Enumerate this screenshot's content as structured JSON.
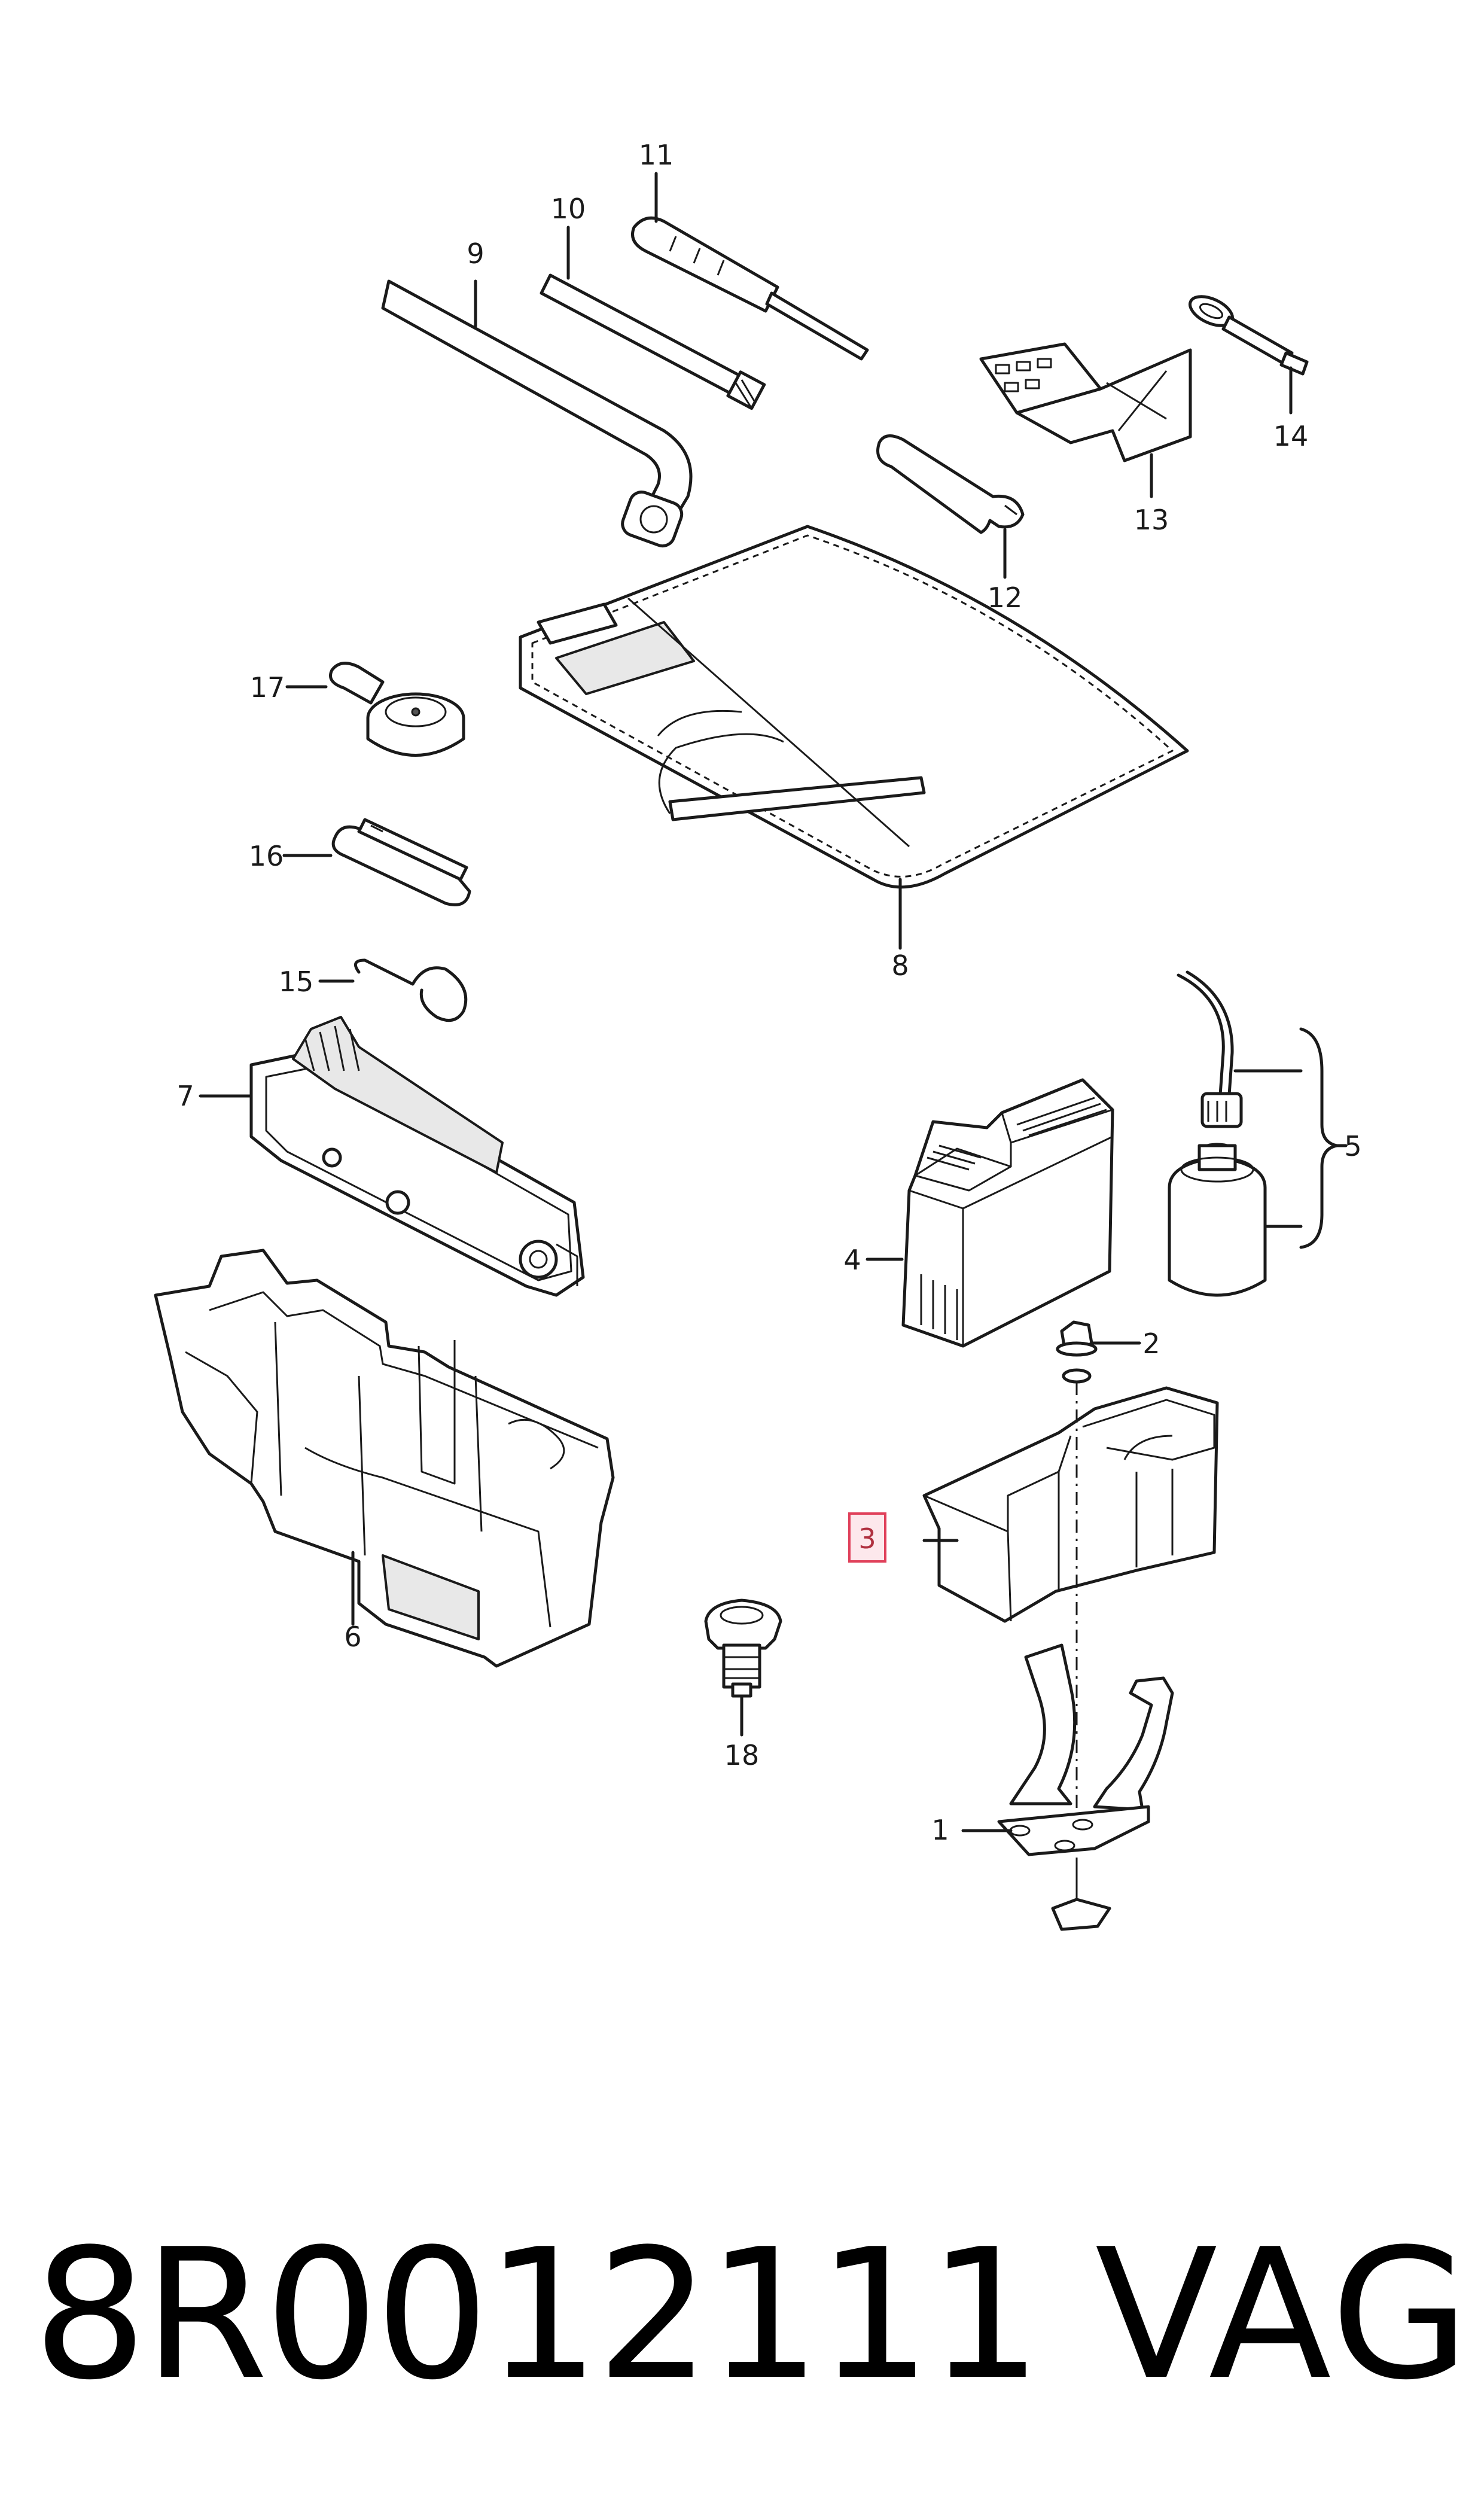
{
  "callouts": [
    {
      "id": "1",
      "label": "1"
    },
    {
      "id": "2",
      "label": "2"
    },
    {
      "id": "3",
      "label": "3",
      "highlighted": true
    },
    {
      "id": "4",
      "label": "4"
    },
    {
      "id": "5",
      "label": "5"
    },
    {
      "id": "6",
      "label": "6"
    },
    {
      "id": "7",
      "label": "7"
    },
    {
      "id": "8",
      "label": "8"
    },
    {
      "id": "9",
      "label": "9"
    },
    {
      "id": "10",
      "label": "10"
    },
    {
      "id": "11",
      "label": "11"
    },
    {
      "id": "12",
      "label": "12"
    },
    {
      "id": "13",
      "label": "13"
    },
    {
      "id": "14",
      "label": "14"
    },
    {
      "id": "15",
      "label": "15"
    },
    {
      "id": "16",
      "label": "16"
    },
    {
      "id": "17",
      "label": "17"
    },
    {
      "id": "18",
      "label": "18"
    }
  ],
  "highlight_color": "#e0405a",
  "highlight_fill": "#fde8ec",
  "footer": {
    "part_number": "8R0012111",
    "brand": "VAG"
  }
}
